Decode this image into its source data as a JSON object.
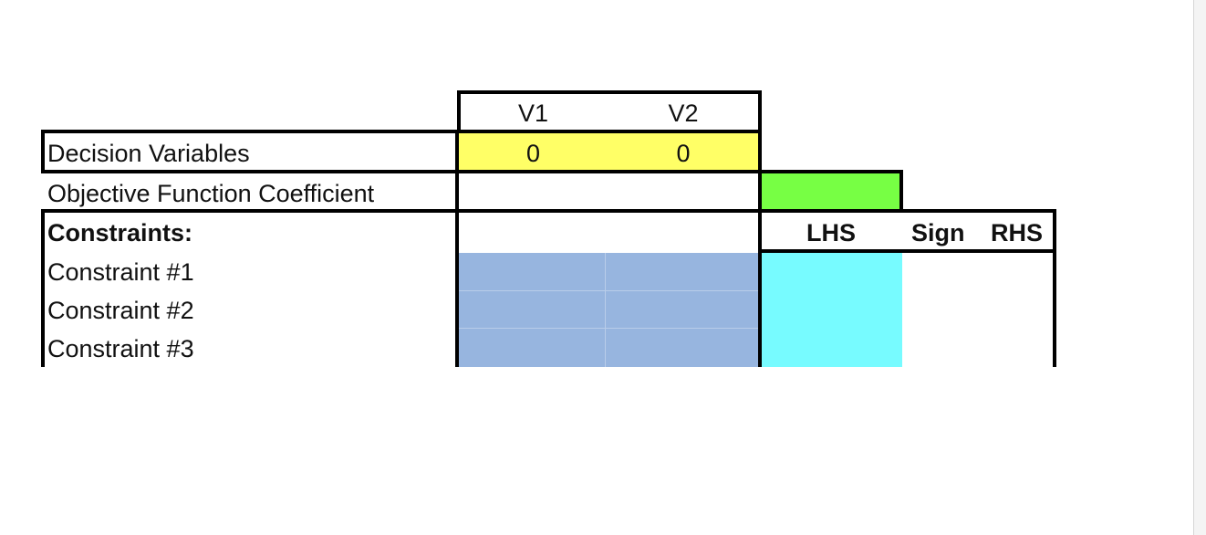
{
  "colors": {
    "decision_fill": "#ffff66",
    "objective_fill": "#77ff44",
    "coefficient_fill": "#97b5df",
    "lhs_fill": "#77fbff",
    "border": "#000000"
  },
  "columns": {
    "v1": "V1",
    "v2": "V2",
    "lhs": "LHS",
    "sign": "Sign",
    "rhs": "RHS"
  },
  "rows": {
    "decision_variables": {
      "label": "Decision Variables",
      "v1": "0",
      "v2": "0"
    },
    "objective": {
      "label": "Objective Function Coefficient"
    },
    "constraints_header": "Constraints:",
    "constraints": [
      {
        "label": "Constraint #1"
      },
      {
        "label": "Constraint #2"
      },
      {
        "label": "Constraint #3"
      }
    ]
  }
}
